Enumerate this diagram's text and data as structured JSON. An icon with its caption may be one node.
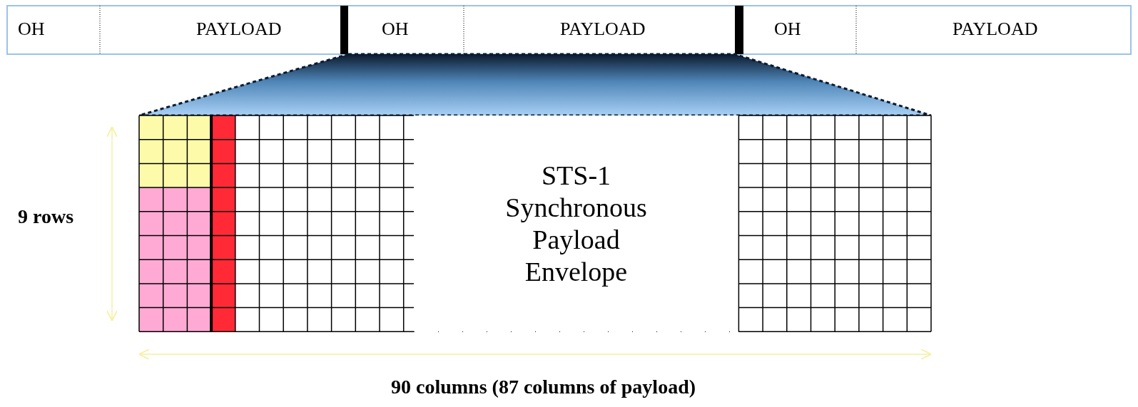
{
  "diagram": {
    "nodes": [
      {
        "text": [
          "STS-1 Synchronous Payload Envelope"
        ]
      }
    ],
    "edges": [],
    "labels": [
      "OH",
      "PAYLOAD",
      "OH",
      "PAYLOAD",
      "OH",
      "PAYLOAD",
      "9 rows",
      "90 columns (87 columns of payload)"
    ]
  }
}
